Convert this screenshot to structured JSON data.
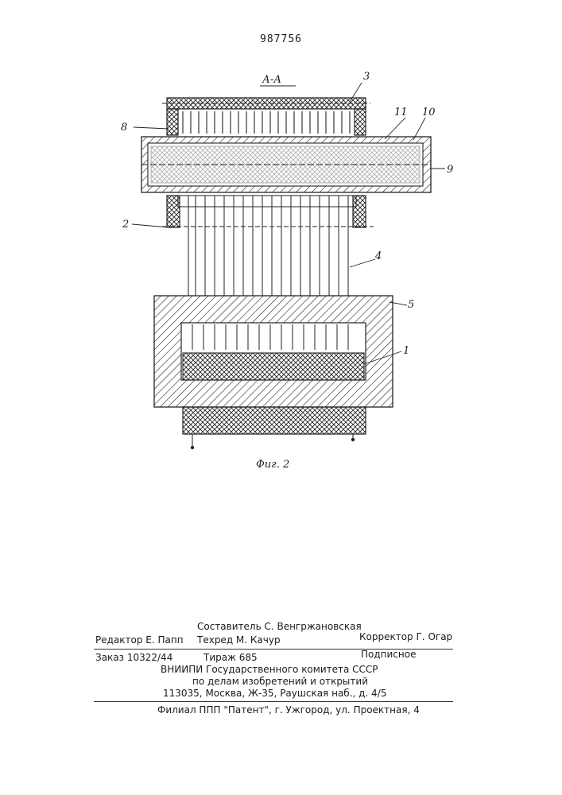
{
  "patent_number": "987756",
  "section_label": "А-А",
  "figure_caption": "Фиг. 2",
  "part_labels": {
    "p1": "1",
    "p2": "2",
    "p3": "3",
    "p4": "4",
    "p5": "5",
    "p8": "8",
    "p9": "9",
    "p10": "10",
    "p11": "11"
  },
  "colophon": {
    "compiler": "Составитель С. Венгржановская",
    "editor": "Редактор Е. Папп",
    "techred": "Техред М. Качур",
    "corrector": "Корректор Г. Огар",
    "order": "Заказ 10322/44",
    "print_run": "Тираж 685",
    "subscription": "Подписное",
    "org_line1": "ВНИИПИ Государственного комитета СССР",
    "org_line2": "по делам изобретений и открытий",
    "address": "113035, Москва, Ж-35, Раушская наб., д. 4/5",
    "branch": "Филиал ППП \"Патент\", г. Ужгород, ул. Проектная, 4"
  }
}
